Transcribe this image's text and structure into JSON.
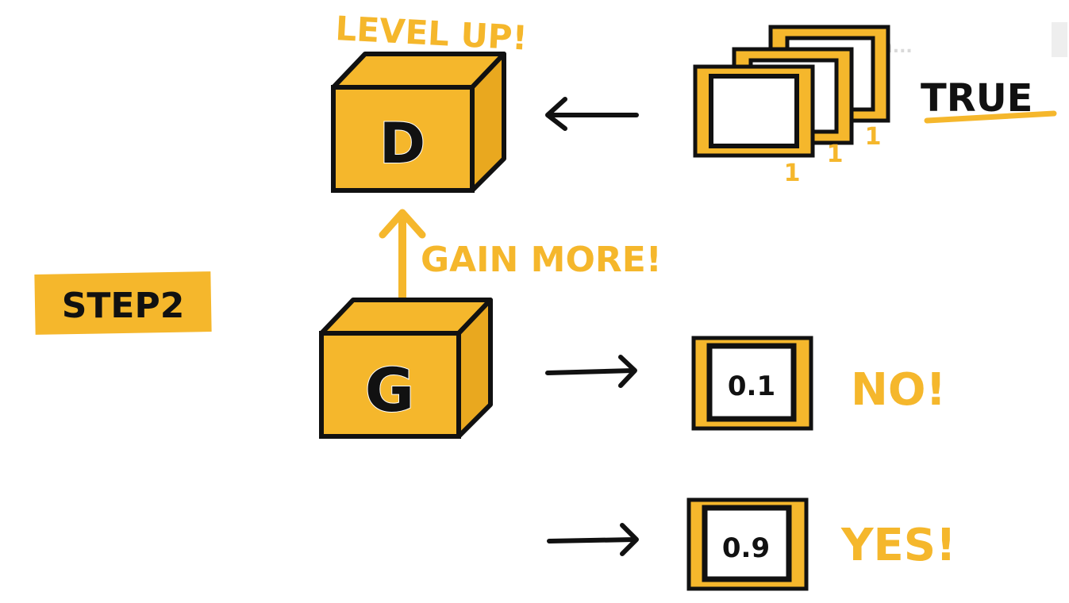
{
  "labels": {
    "step": "STEP2",
    "level_up": "LEVEL UP!",
    "gain_more": "GAIN MORE!",
    "true_label": "TRUE",
    "no": "NO!",
    "yes": "YES!",
    "watermark": "Kn..."
  },
  "boxes": {
    "discriminator": "D",
    "generator": "G"
  },
  "real_images": {
    "scores": [
      "1",
      "1",
      "1"
    ]
  },
  "fake_images": {
    "low_score": "0.1",
    "high_score": "0.9"
  },
  "colors": {
    "accent": "#f5b72c",
    "ink": "#111111",
    "background": "#ffffff"
  }
}
